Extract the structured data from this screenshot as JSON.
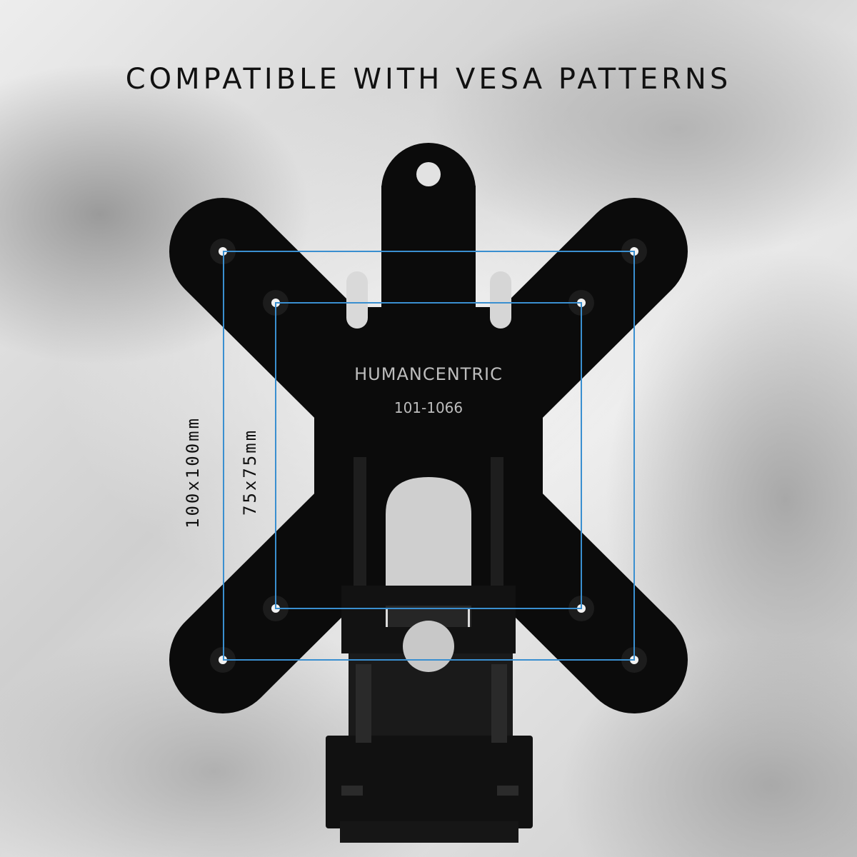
{
  "headline": "COMPATIBLE WITH VESA PATTERNS",
  "plate": {
    "brand": "HUMANCENTRIC",
    "model": "101-1066"
  },
  "patterns": {
    "outer_label": "100x100mm",
    "inner_label": "75x75mm"
  },
  "colors": {
    "plate": "#0b0b0b",
    "outline": "#3a8fd0",
    "headline": "#111111"
  }
}
